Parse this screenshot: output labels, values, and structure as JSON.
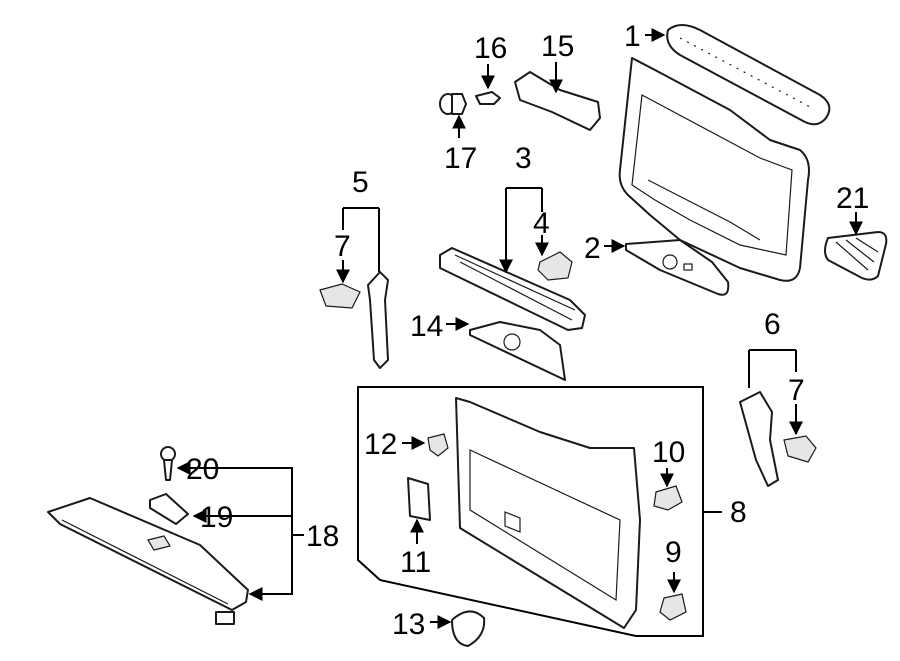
{
  "callouts": {
    "c1": "1",
    "c2": "2",
    "c3": "3",
    "c4": "4",
    "c5": "5",
    "c6": "6",
    "c7a": "7",
    "c7b": "7",
    "c8": "8",
    "c9": "9",
    "c10": "10",
    "c11": "11",
    "c12": "12",
    "c13": "13",
    "c14": "14",
    "c15": "15",
    "c16": "16",
    "c17": "17",
    "c18": "18",
    "c19": "19",
    "c20": "20",
    "c21": "21"
  },
  "icons": {
    "arrowhead": "arrowhead-icon"
  }
}
